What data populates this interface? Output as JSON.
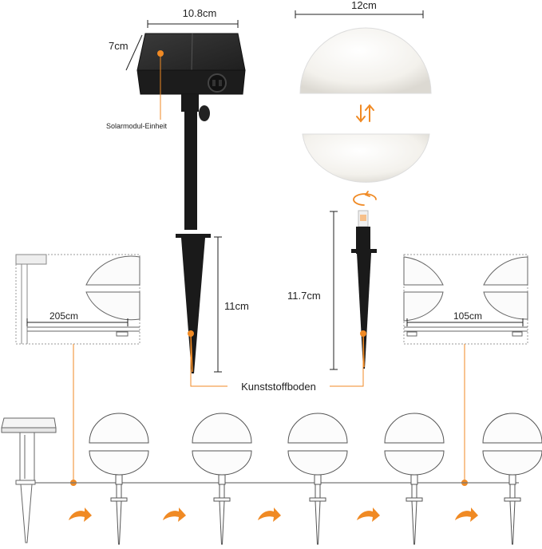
{
  "dimensions": {
    "solar_width": "10.8cm",
    "solar_depth": "7cm",
    "globe_width": "12cm",
    "stake_length": "11cm",
    "light_stake_length": "11.7cm",
    "cable_first": "205cm",
    "cable_between": "105cm"
  },
  "labels": {
    "solar_module": "Solarmodul-Einheit",
    "plastic_base": "Kunststoffboden"
  },
  "colors": {
    "accent": "#f08a24",
    "panel": "#2b2b2b",
    "black": "#1a1a1a",
    "globe": "#f6f4ef",
    "outline": "#999999"
  },
  "icons": [
    "swap-vertical-arrows-icon",
    "rotate-arrow-icon",
    "curved-arrow-icon"
  ]
}
